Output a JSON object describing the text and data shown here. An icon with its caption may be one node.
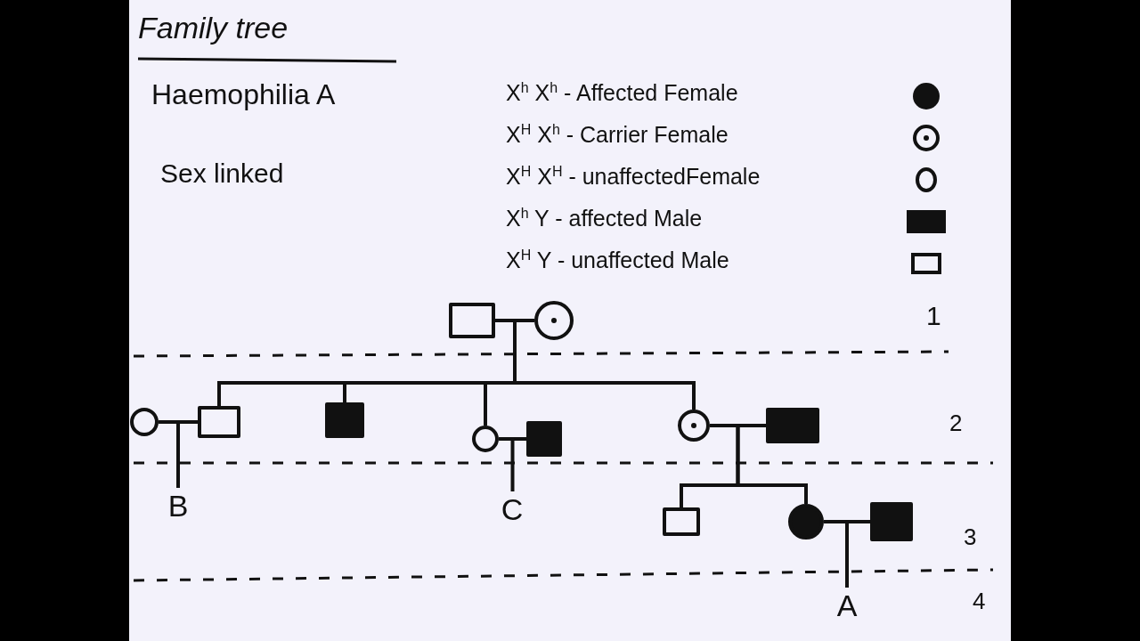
{
  "diagram": {
    "title": "Family tree",
    "nodes": [
      {
        "text": [],
        "shape": "box"
      },
      {
        "text": [],
        "shape": "circle"
      },
      {
        "text": [],
        "shape": "circle"
      },
      {
        "text": [],
        "shape": "box"
      },
      {
        "text": [],
        "shape": "box"
      },
      {
        "text": [],
        "shape": "circle"
      },
      {
        "text": [],
        "shape": "box"
      },
      {
        "text": [],
        "shape": "circle"
      },
      {
        "text": [],
        "shape": "box"
      },
      {
        "text": [
          "B"
        ]
      },
      {
        "text": [
          "C"
        ]
      },
      {
        "text": [],
        "shape": "box"
      },
      {
        "text": [],
        "shape": "circle"
      },
      {
        "text": [],
        "shape": "box"
      },
      {
        "text": [
          "A"
        ]
      }
    ],
    "edges": [
      {
        "from": 0,
        "to": 1,
        "arrow": "none"
      },
      {
        "from": 1,
        "to": 3,
        "arrow": "none"
      },
      {
        "from": 1,
        "to": 4,
        "arrow": "none"
      },
      {
        "from": 1,
        "to": 5,
        "arrow": "none"
      },
      {
        "from": 1,
        "to": 7,
        "arrow": "none"
      },
      {
        "from": 2,
        "to": 3,
        "arrow": "none"
      },
      {
        "from": 2,
        "to": 9,
        "arrow": "none"
      },
      {
        "from": 5,
        "to": 6,
        "arrow": "none"
      },
      {
        "from": 5,
        "to": 10,
        "arrow": "none"
      },
      {
        "from": 7,
        "to": 8,
        "arrow": "none"
      },
      {
        "from": 7,
        "to": 11,
        "arrow": "none"
      },
      {
        "from": 7,
        "to": 12,
        "arrow": "none"
      },
      {
        "from": 12,
        "to": 13,
        "arrow": "none"
      },
      {
        "from": 12,
        "to": 14,
        "arrow": "none"
      }
    ],
    "labels": [
      "Haemophilia A",
      "Sex linked",
      "1",
      "2",
      "3",
      "4"
    ],
    "legend": [
      {
        "text": "X$^{h}$ X$^{h}$ - Affected Female"
      },
      {
        "text": "X$^{H}$ X$^{h}$ - Carrier Female"
      },
      {
        "text": "X$^{H}$ X$^{H}$ - unaffectedFemale"
      },
      {
        "text": "X$^{h}$ Y - affected Male"
      },
      {
        "text": "X$^{H}$ Y - unaffected Male"
      }
    ]
  }
}
